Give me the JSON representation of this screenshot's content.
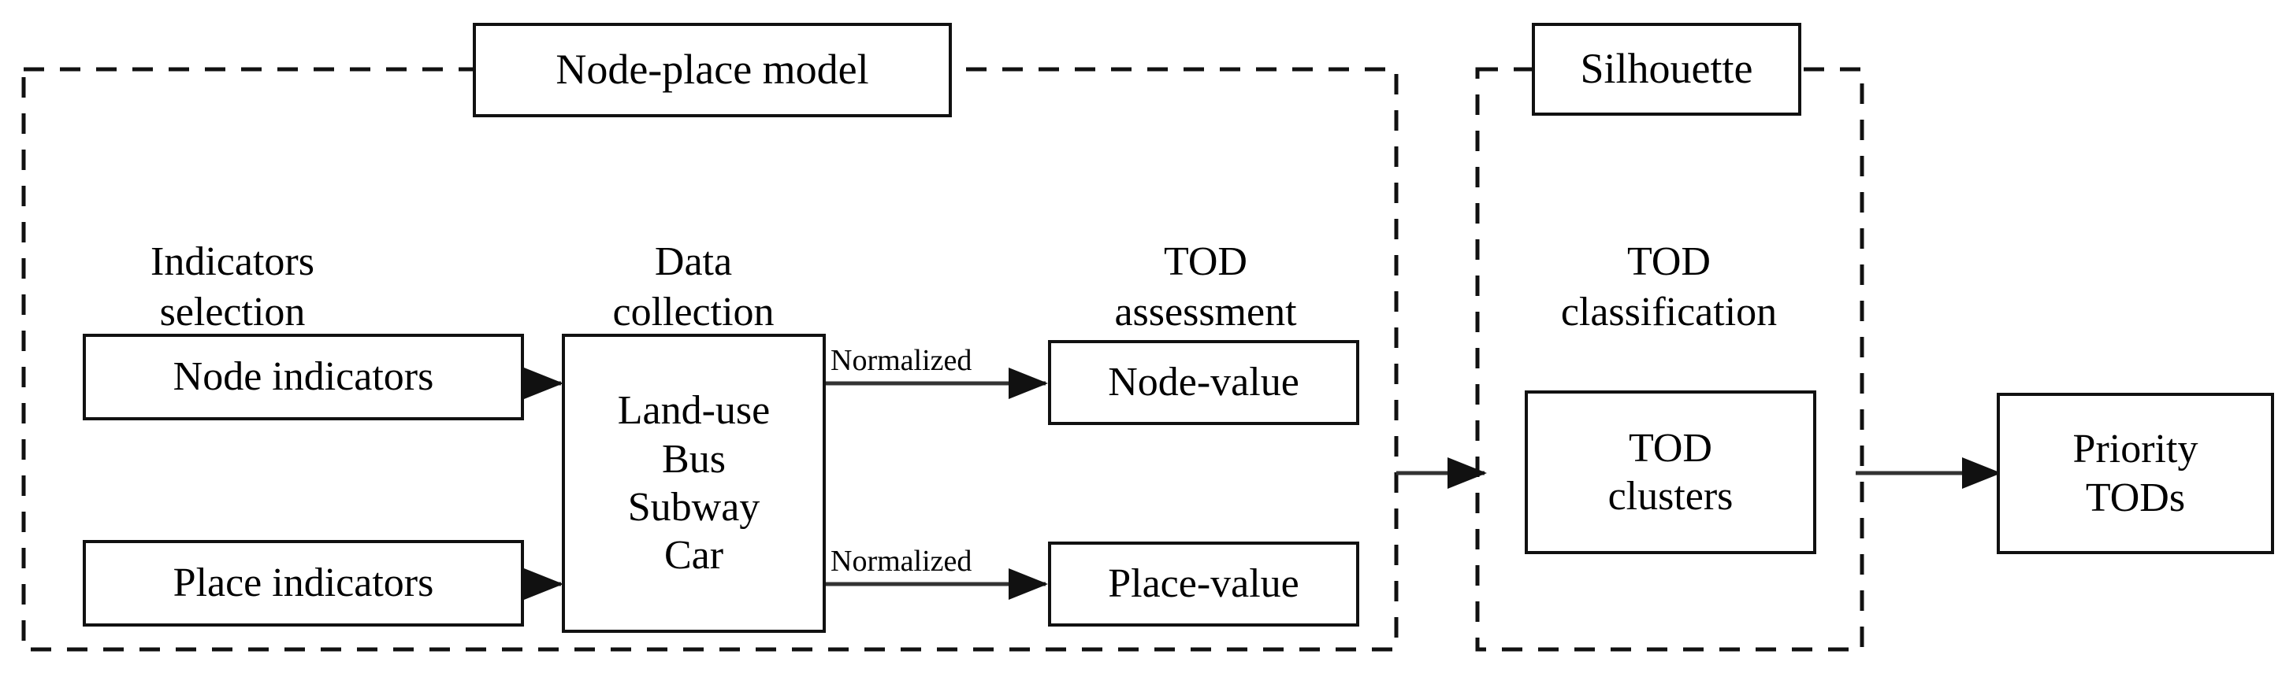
{
  "figure": {
    "type": "flow-diagram",
    "title_boxes": [
      {
        "id": "node-place-model",
        "label": "Node-place model"
      },
      {
        "id": "silhouette",
        "label": "Silhouette"
      }
    ],
    "stage_headings": [
      {
        "id": "indicators-selection",
        "label": "Indicators\nselection"
      },
      {
        "id": "data-collection",
        "label": "Data\ncollection"
      },
      {
        "id": "tod-assessment",
        "label": "TOD\nassessment"
      },
      {
        "id": "tod-classification",
        "label": "TOD\nclassification"
      }
    ],
    "nodes": [
      {
        "id": "node-indicators",
        "label": "Node indicators"
      },
      {
        "id": "place-indicators",
        "label": "Place indicators"
      },
      {
        "id": "data-sources",
        "label": "Land-use\nBus\nSubway\nCar"
      },
      {
        "id": "node-value",
        "label": "Node-value"
      },
      {
        "id": "place-value",
        "label": "Place-value"
      },
      {
        "id": "tod-clusters",
        "label": "TOD\nclusters"
      },
      {
        "id": "priority-tods",
        "label": "Priority\nTODs"
      }
    ],
    "edge_labels": [
      {
        "id": "normalized-top",
        "label": "Normalized"
      },
      {
        "id": "normalized-bottom",
        "label": "Normalized"
      }
    ],
    "groups": [
      {
        "id": "node-place-model-group",
        "title": "Node-place model"
      },
      {
        "id": "tod-classification-group",
        "title": "Silhouette"
      }
    ],
    "colors": {
      "stroke": "#111111",
      "arrow": "#333333",
      "background": "#ffffff"
    }
  }
}
